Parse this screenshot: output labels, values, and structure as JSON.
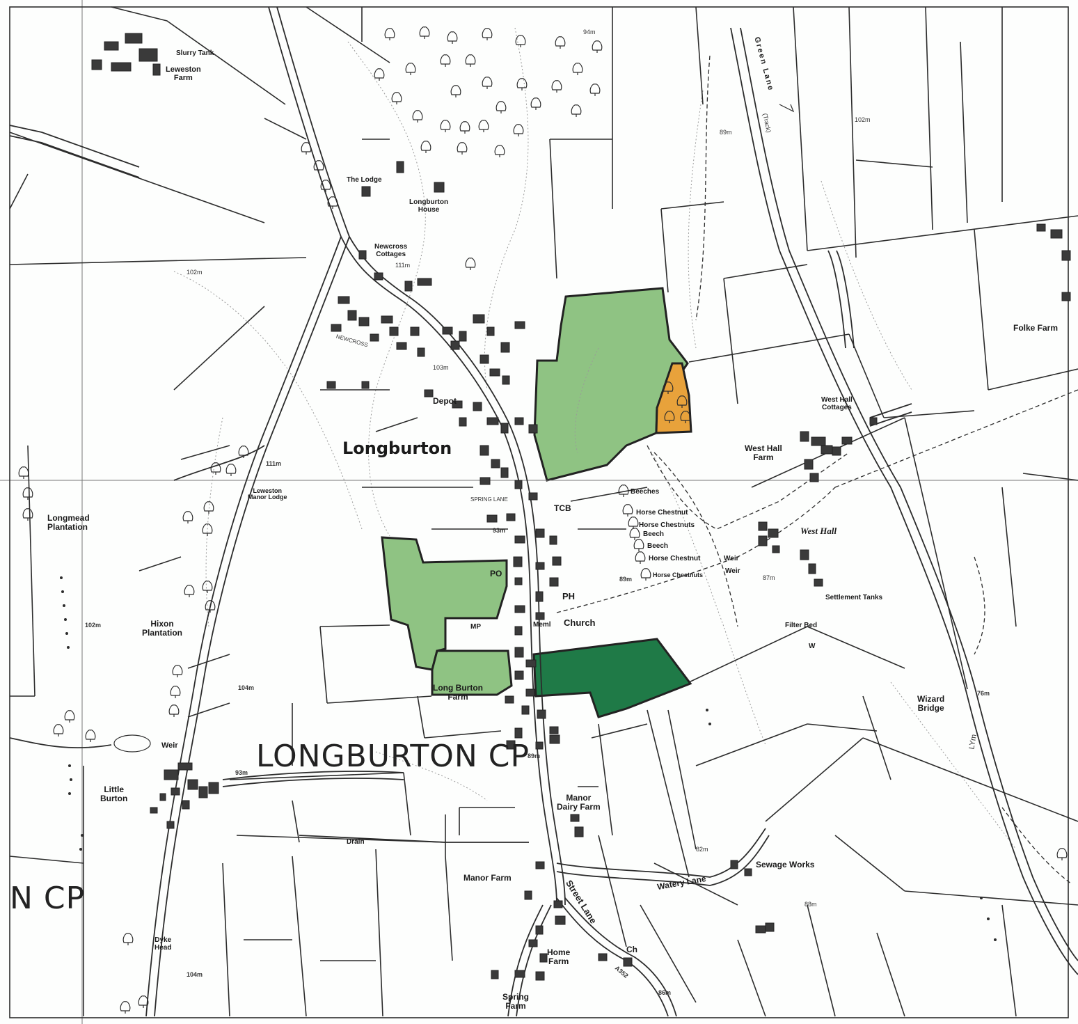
{
  "colors": {
    "paper": "#fdfefd",
    "line": "#2c2c2c",
    "contour": "#8a8a8a",
    "green_light": "#8fc383",
    "green_dark": "#1f7a47",
    "orange": "#e8a23b",
    "border": "#222222"
  },
  "labels": {
    "slurry_tank": "Slurry Tank",
    "leweston_farm_1": "Leweston",
    "leweston_farm_2": "Farm",
    "green_lane": "Green Lane",
    "track": "(Track)",
    "the_lodge": "The Lodge",
    "longburton_house_1": "Longburton",
    "longburton_house_2": "House",
    "newcross_1": "Newcross",
    "newcross_2": "Cottages",
    "depot": "Depot",
    "longburton": "Longburton",
    "leweston_manor_1": "Leweston",
    "leweston_manor_2": "Manor Lodge",
    "longmead_1": "Longmead",
    "longmead_2": "Plantation",
    "hixon_1": "Hixon",
    "hixon_2": "Plantation",
    "tcb": "TCB",
    "po": "PO",
    "ph": "PH",
    "mp": "MP",
    "meml": "Meml",
    "church": "Church",
    "long_burton_farm_1": "Long Burton",
    "long_burton_farm_2": "Farm",
    "longburton_cp": "LONGBURTON  CP",
    "n_cp": "N  CP",
    "little_burton_1": "Little",
    "little_burton_2": "Burton",
    "weir_left": "Weir",
    "manor_dairy_1": "Manor",
    "manor_dairy_2": "Dairy Farm",
    "drain": "Drain",
    "manor_farm": "Manor Farm",
    "street_lane": "Street Lane",
    "watery_lane": "Watery Lane",
    "sewage_works": "Sewage Works",
    "home_farm_1": "Home",
    "home_farm_2": "Farm",
    "spring_farm_1": "Spring",
    "spring_farm_2": "Farm",
    "ch": "Ch",
    "a352": "A352",
    "dyke_head_1": "Dyke",
    "dyke_head_2": "Head",
    "west_hall_cottages_1": "West Hall",
    "west_hall_cottages_2": "Cottages",
    "west_hall_farm_1": "West Hall",
    "west_hall_farm_2": "Farm",
    "west_hall": "West Hall",
    "folke_farm": "Folke Farm",
    "beeches": "Beeches",
    "horse_chestnut_1": "Horse Chestnut",
    "horse_chestnuts_1": "Horse Chestnuts",
    "beech_1": "Beech",
    "beech_2": "Beech",
    "horse_chestnut_2": "Horse Chestnut",
    "horse_chestnuts_2": "Horse Chestnuts",
    "weir_1": "Weir",
    "weir_2": "Weir",
    "settlement_tanks": "Settlement Tanks",
    "filter_bed": "Filter Bed",
    "w": "W",
    "wizard_bridge_1": "Wizard",
    "wizard_bridge_2": "Bridge",
    "newcross_road": "NEWCROSS",
    "spring_lane": "SPRING LANE",
    "lyrm": "LYm"
  },
  "heights": {
    "h94": "94m",
    "h102_top": "102m",
    "h89_top": "89m",
    "h102_left": "102m",
    "h111_a": "111m",
    "h103": "103m",
    "h111_b": "111m",
    "h93_village": "93m",
    "h89_chestnut": "89m",
    "h87": "87m",
    "h102_bottom": "102m",
    "h104_mid": "104m",
    "h93_road": "93m",
    "h89_road": "89m",
    "h82": "82m",
    "h88": "88m",
    "h76": "76m",
    "h104_bottom": "104m",
    "h86": "86m"
  }
}
